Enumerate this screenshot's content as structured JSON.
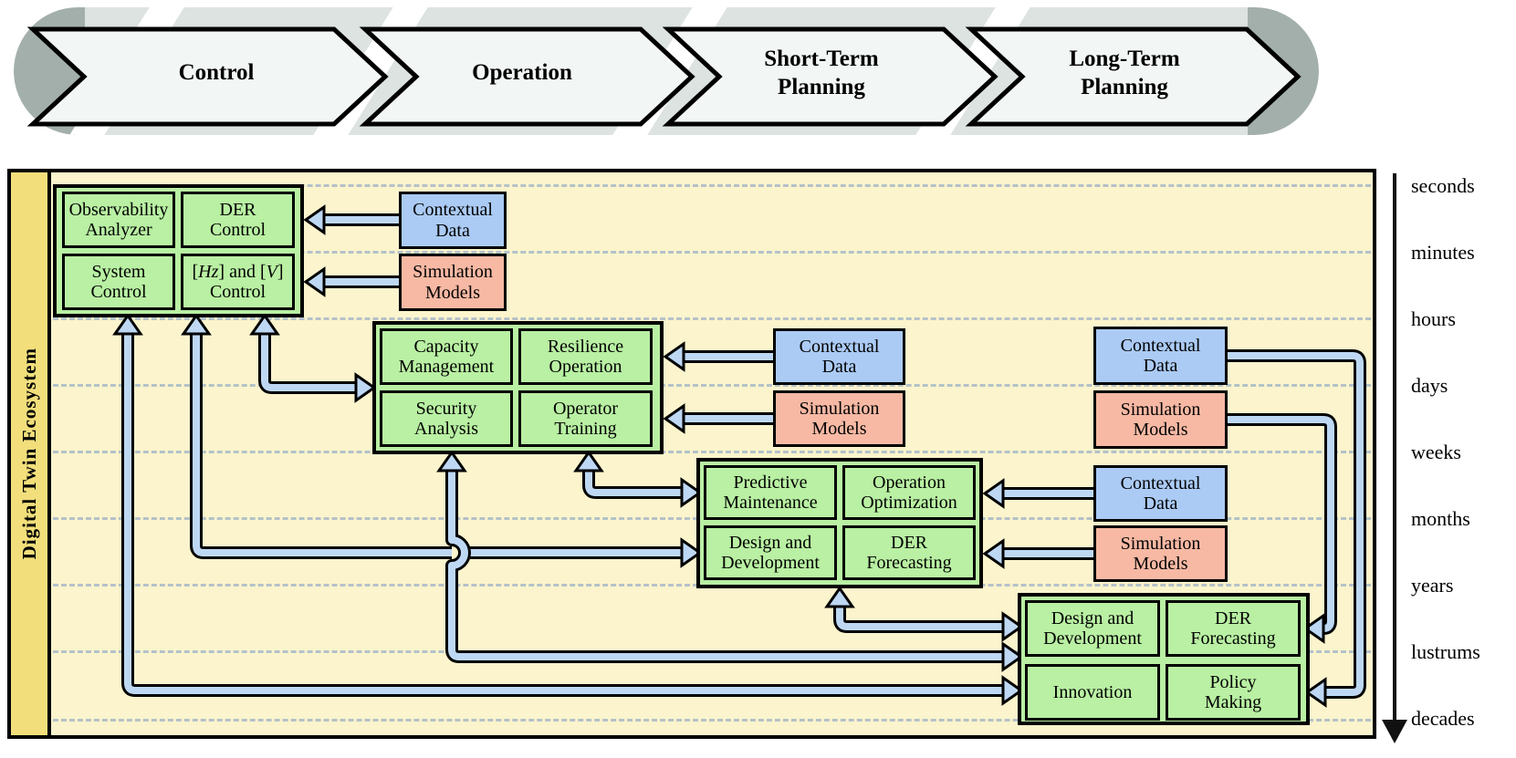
{
  "banner": {
    "stages": [
      {
        "label": "Control"
      },
      {
        "label": "Operation"
      },
      {
        "label": "Short-Term\nPlanning"
      },
      {
        "label": "Long-Term\nPlanning"
      }
    ]
  },
  "sidebar": {
    "label": "Digital Twin Ecosystem"
  },
  "strings": {
    "contextual_data": "Contextual\nData",
    "simulation_models": "Simulation\nModels"
  },
  "groups": {
    "control": {
      "box1": "Observability\nAnalyzer",
      "box2": "DER\nControl",
      "box3": "System\nControl",
      "box4": {
        "p1": "[",
        "p2": "Hz",
        "p3": "] and [",
        "p4": "V",
        "p5": "]",
        "line2": "Control"
      }
    },
    "operation": {
      "box1": "Capacity\nManagement",
      "box2": "Resilience\nOperation",
      "box3": "Security\nAnalysis",
      "box4": "Operator\nTraining"
    },
    "short_term": {
      "box1": "Predictive\nMaintenance",
      "box2": "Operation\nOptimization",
      "box3": "Design and\nDevelopment",
      "box4": "DER\nForecasting"
    },
    "long_term": {
      "box1": "Design and\nDevelopment",
      "box2": "DER\nForecasting",
      "box3": "Innovation",
      "box4": "Policy\nMaking"
    }
  },
  "timeline": {
    "labels": [
      "seconds",
      "minutes",
      "hours",
      "days",
      "weeks",
      "months",
      "years",
      "lustrums",
      "decades"
    ]
  },
  "colors": {
    "background_yellow": "#fbf4cd",
    "sidebar_yellow": "#f2df7b",
    "box_green": "#b9f0a3",
    "box_blue": "#abcbf5",
    "box_salmon": "#f7b9a4",
    "arrow_blue": "#bed8f4",
    "banner_gray": "#dce3e0",
    "banner_cap_gray": "#a3afab",
    "chevron_fill": "#f2f6f4",
    "gridline_dash": "#b4c2c8"
  }
}
